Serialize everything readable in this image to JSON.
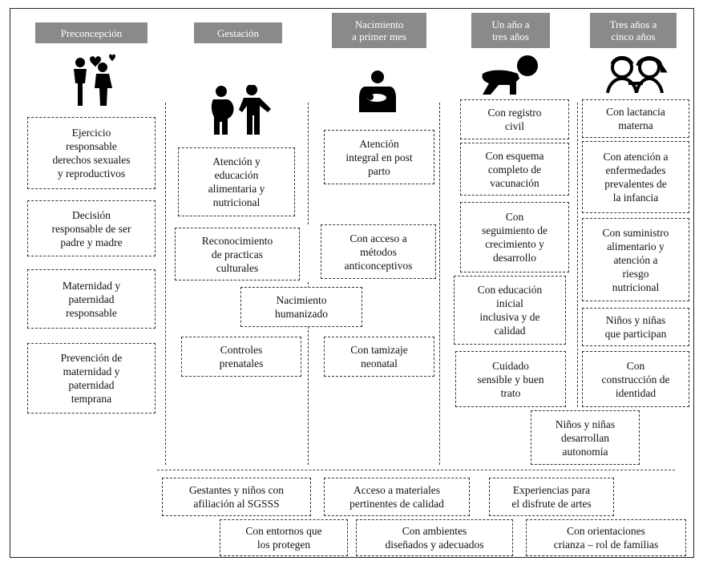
{
  "stages": [
    {
      "label": "Preconcepción"
    },
    {
      "label": "Gestación"
    },
    {
      "label": "Nacimiento\na primer  mes"
    },
    {
      "label": "Un año a\ntres años"
    },
    {
      "label": "Tres años a\ncinco años"
    }
  ],
  "icons": [
    "couple-heart-icon",
    "pregnant-couple-icon",
    "mother-baby-icon",
    "crawling-baby-icon",
    "two-children-icon"
  ],
  "preconcepcion": [
    "Ejercicio\nresponsable\nderechos sexuales\ny reproductivos",
    "Decisión\nresponsable  de ser\npadre y madre",
    "Maternidad  y\npaternidad\nresponsable",
    "Prevención  de\nmaternidad  y\npaternidad\ntemprana"
  ],
  "gestacion": [
    "Atención  y\neducación\nalimentaria  y\nnutricional",
    "Reconocimiento\nde practicas\nculturales",
    "Controles\nprenatales"
  ],
  "shared_gestacion_nacimiento": "Nacimiento\nhumanizado",
  "nacimiento": [
    "Atención\nintegral  en post\nparto",
    "Con acceso a\nmétodos\nanticonceptivos",
    "Con tamizaje\nneonatal"
  ],
  "uno_tres": [
    "Con registro\ncivil",
    "Con esquema\ncompleto  de\nvacunación",
    "Con\nseguimiento  de\ncrecimiento  y\ndesarrollo",
    "Con educación\ninicial\ninclusiva  y de\ncalidad",
    "Cuidado\nsensible  y buen\ntrato"
  ],
  "tres_cinco": [
    "Con lactancia\nmaterna",
    "Con atención  a\nenfermedades\nprevalentes  de\nla infancia",
    "Con suministro\nalimentario  y\natención  a\nriesgo\nnutricional",
    "Niños  y niñas\nque participan",
    "Con\nconstrucción  de\nidentidad"
  ],
  "shared_uno_cinco": "Niños  y niñas\ndesarrollan\nautonomía",
  "transversal_row1": [
    "Gestantes  y niños  con\nafiliación  al SGSSS",
    "Acceso a materiales\npertinentes  de calidad",
    "Experiencias  para\nel disfrute  de artes"
  ],
  "transversal_row2": [
    "Con entornos  que\nlos protegen",
    "Con ambientes\ndiseñados  y adecuados",
    "Con orientaciones\ncrianza  – rol de familias"
  ]
}
